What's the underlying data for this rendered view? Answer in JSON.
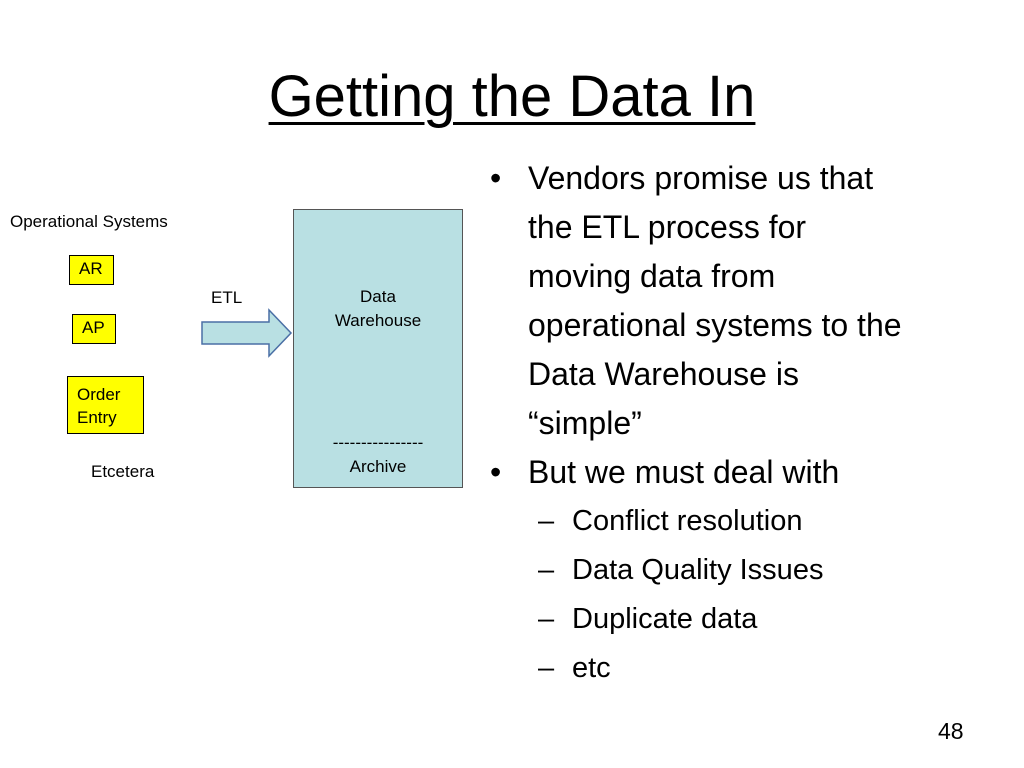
{
  "slide": {
    "title": "Getting the Data In",
    "page_number": "48"
  },
  "diagram": {
    "operational_systems_label": "Operational Systems",
    "systems": [
      "AR",
      "AP",
      "Order Entry"
    ],
    "etcetera": "Etcetera",
    "etl_label": "ETL",
    "warehouse": {
      "title_line1": "Data",
      "title_line2": "Warehouse",
      "separator": "----------------",
      "archive": "Archive"
    },
    "colors": {
      "system_box": "#ffff00",
      "warehouse_box": "#b9e0e3",
      "arrow_fill": "#b9e0e3"
    }
  },
  "bullets": [
    {
      "text": "Vendors promise us that the ETL process for moving data from operational systems to the Data Warehouse is “simple”",
      "lines": [
        "Vendors promise us that",
        "the ETL process for",
        "moving data from",
        "operational systems to the",
        "Data Warehouse is",
        "“simple”"
      ]
    },
    {
      "text": "But we must deal with",
      "lines": [
        "But we must deal with"
      ],
      "sub": [
        "Conflict resolution",
        "Data Quality Issues",
        "Duplicate data",
        "etc"
      ]
    }
  ],
  "markers": {
    "bullet": "•",
    "sub_bullet": "–"
  }
}
